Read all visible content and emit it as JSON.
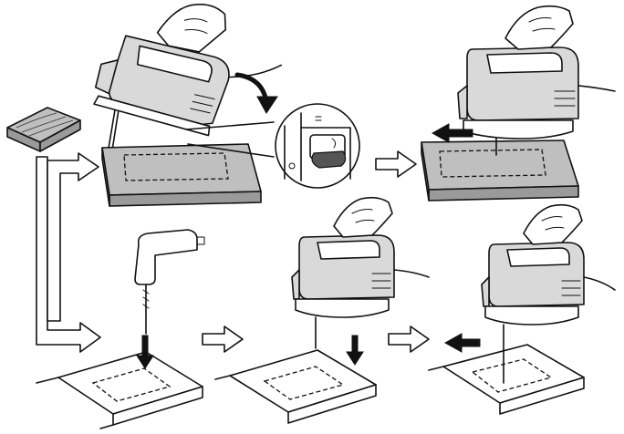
{
  "figure": {
    "steps": [
      {
        "id": "tilt-start",
        "panel": "top-left"
      },
      {
        "id": "lever-detail",
        "panel": "top-middle"
      },
      {
        "id": "plunge-cut",
        "panel": "top-right"
      },
      {
        "id": "drill-hole",
        "panel": "bottom-left"
      },
      {
        "id": "insert-blade",
        "panel": "bottom-middle"
      },
      {
        "id": "cut-along",
        "panel": "bottom-right"
      }
    ],
    "colors": {
      "ink": "#111111",
      "tool_body": "#d9d9d9",
      "board_top": "#bfbfbf",
      "board_side": "#9a9a9a",
      "background": "#ffffff"
    },
    "icons": [
      "jigsaw-icon",
      "drill-icon",
      "hand-icon",
      "wood-block-icon",
      "lever-icon"
    ]
  }
}
